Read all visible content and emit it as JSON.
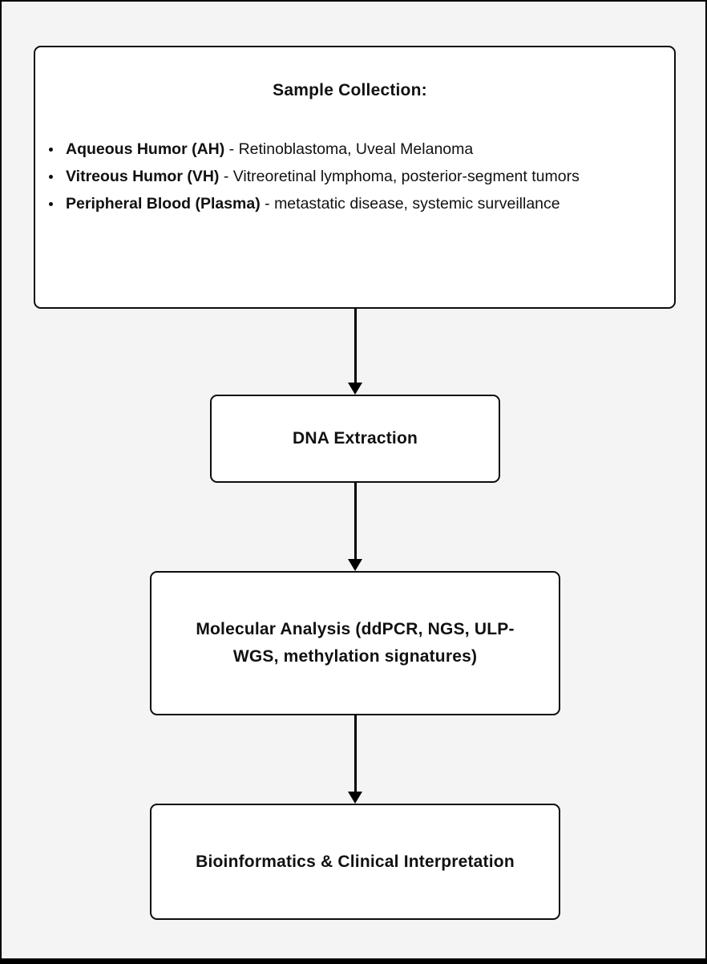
{
  "page": {
    "background_color": "#f4f4f5",
    "box_background_color": "#ffffff",
    "border_color": "#000000"
  },
  "flowchart": {
    "sample_collection": {
      "title": "Sample Collection:",
      "bullets": [
        {
          "bold": "Aqueous Humor (AH)",
          "rest": " - Retinoblastoma, Uveal Melanoma"
        },
        {
          "bold": "Vitreous Humor (VH)",
          "rest": " - Vitreoretinal lymphoma, posterior-segment tumors"
        },
        {
          "bold": "Peripheral Blood (Plasma)",
          "rest": " - metastatic disease, systemic surveillance"
        }
      ]
    },
    "dna_extraction": {
      "label": "DNA Extraction"
    },
    "molecular_analysis": {
      "label": "Molecular Analysis (ddPCR, NGS, ULP-WGS, methylation signatures)"
    },
    "bioinformatics": {
      "label": "Bioinformatics & Clinical Interpretation"
    }
  }
}
